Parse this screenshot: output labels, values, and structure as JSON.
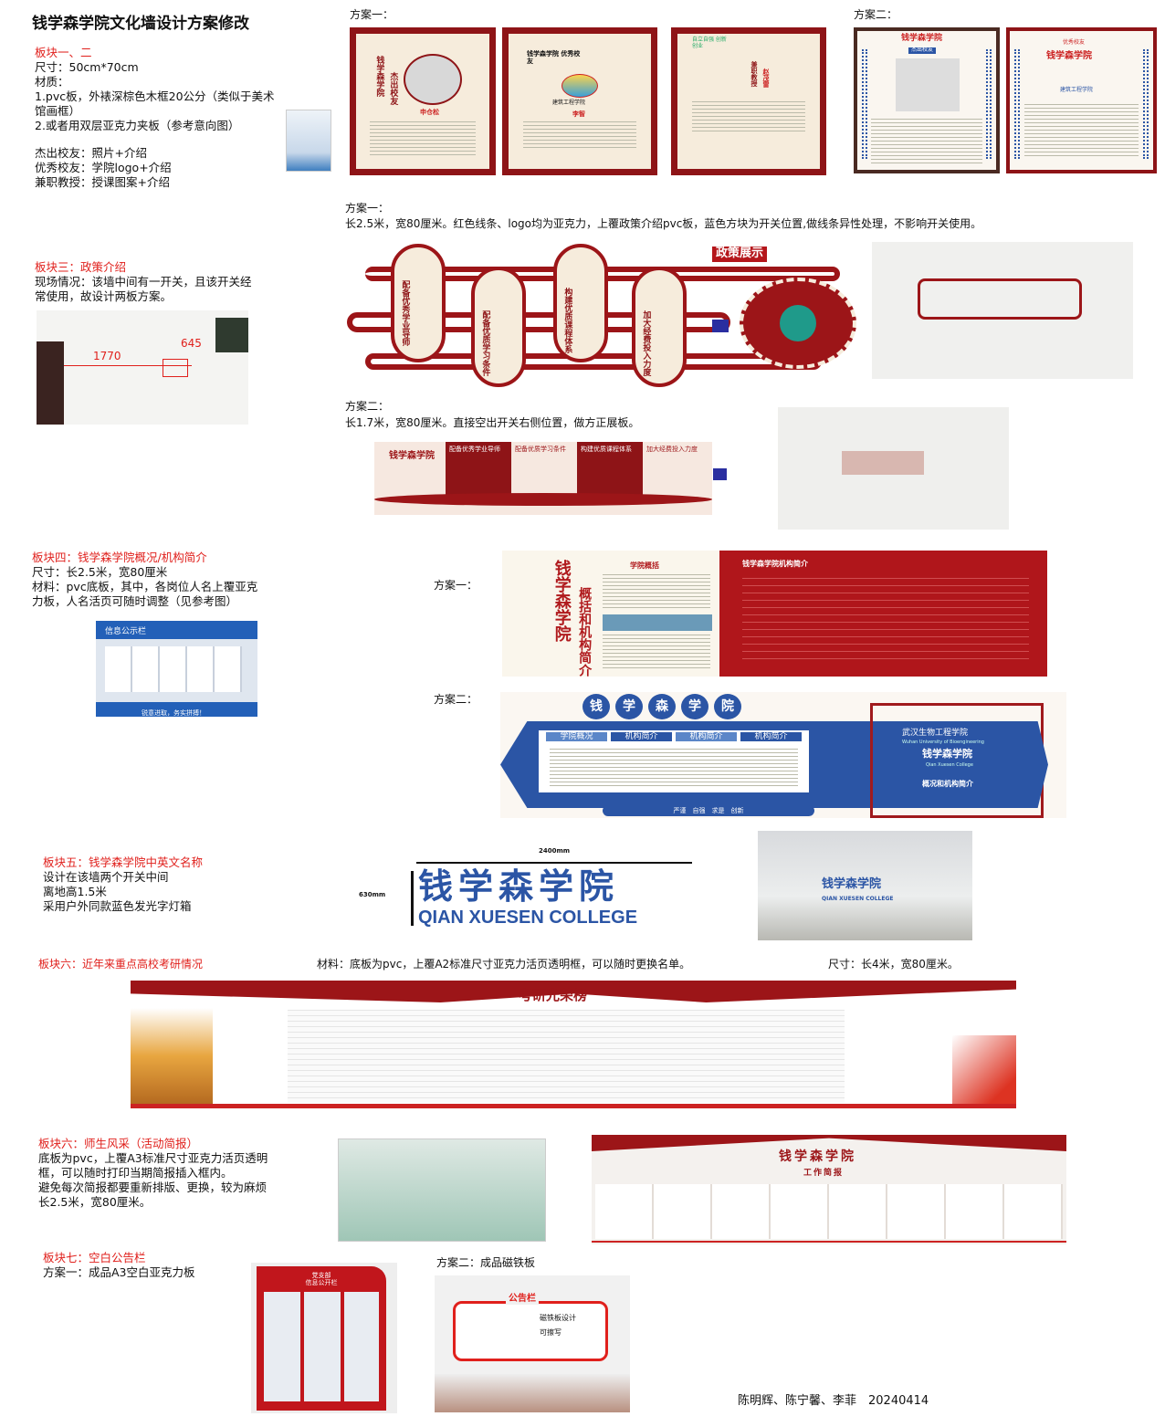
{
  "title": "钱学森学院文化墙设计方案修改",
  "s12": {
    "heading": "板块一、二",
    "lines": [
      "尺寸：50cm*70cm",
      "材质：",
      "1.pvc板，外裱深棕色木框20公分（类似于美术",
      "馆画框）",
      "2.或者用双层亚克力夹板（参考意向图）"
    ],
    "items": [
      "杰出校友：照片+介绍",
      "优秀校友：学院logo+介绍",
      "兼职教授：授课图案+介绍"
    ],
    "plan1_label": "方案一：",
    "plan2_label": "方案二：",
    "plan1_panels": [
      {
        "side": "钱学森学院",
        "title": "杰出校友",
        "name": "申仓松"
      },
      {
        "title": "钱学森学院 优秀校友",
        "logo": "建筑工程学院",
        "name": "李智"
      },
      {
        "title": "自立自强 创新创业",
        "sub": "兼职教授",
        "name": "赵茂雷"
      }
    ],
    "plan2_panels": [
      {
        "title": "钱学森学院",
        "sub": "杰出校友"
      },
      {
        "title": "钱学森学院",
        "sub": "优秀校友",
        "logo": "建筑工程学院"
      }
    ]
  },
  "s3": {
    "heading": "板块三：政策介绍",
    "lines": [
      "现场情况：该墙中间有一开关，且该开关经",
      "常使用，故设计两板方案。"
    ],
    "dims": [
      "1770",
      "645"
    ],
    "plan1_label": "方案一：",
    "plan1_desc": "长2.5米，宽80厘米。红色线条、logo均为亚克力，上覆政策介绍pvc板，蓝色方块为开关位置,做线条异性处理，不影响开关使用。",
    "plan1_title": "政策展示",
    "plan1_cards": [
      "配备优秀学业导师",
      "配备优质学习条件",
      "构建优质课程体系",
      "加大经费投入力度"
    ],
    "plan2_label": "方案二：",
    "plan2_desc": "长1.7米，宽80厘米。直接空出开关右侧位置，做方正展板。",
    "plan2_brand": "钱学森学院",
    "plan2_cards": [
      "配备优秀学业导师",
      "配备优质学习条件",
      "构建优质课程体系",
      "加大经费投入力度"
    ]
  },
  "s4": {
    "heading": "板块四：钱学森学院概况/机构简介",
    "lines": [
      "尺寸：长2.5米，宽80厘米",
      "材料：pvc底板，其中，各岗位人名上覆亚克",
      "力板，人名活页可随时调整（见参考图）"
    ],
    "ref_sign": "信息公示栏",
    "ref_footer": "锐意进取，务实拼搏！",
    "plan1_label": "方案一：",
    "plan1_vert": "钱学森学院",
    "plan1_vert2": "概括和机构简介",
    "plan1_overview": "学院概括",
    "plan1_org": "钱学森学院机构简介",
    "plan2_label": "方案二：",
    "plan2_chars": [
      "钱",
      "学",
      "森",
      "学",
      "院"
    ],
    "plan2_tabs": [
      "学院概况",
      "机构简介",
      "机构简介",
      "机构简介"
    ],
    "plan2_school": "武汉生物工程学院",
    "plan2_school_en": "Wuhan University of Bioengineering",
    "plan2_college": "钱学森学院",
    "plan2_college_en": "Qian Xuesen College",
    "plan2_sub": "概况和机构简介",
    "plan2_motto": "严谨　自强　求是　创新"
  },
  "s5": {
    "heading": "板块五：钱学森学院中英文名称",
    "lines": [
      "设计在该墙两个开关中间",
      "离地高1.5米",
      "采用户外同款蓝色发光字灯箱"
    ],
    "width_label": "2400mm",
    "height_label": "630mm",
    "cn": "钱学森学院",
    "en": "QIAN XUESEN COLLEGE",
    "photo_cn": "钱学森学院",
    "photo_en": "QIAN XUESEN COLLEGE"
  },
  "s6": {
    "heading": "板块六：近年来重点高校考研情况",
    "material": "材料：底板为pvc，上覆A2标准尺寸亚克力活页透明框，可以随时更换名单。",
    "size": "尺寸：长4米，宽80厘米。",
    "banner_title": "考研光荣榜"
  },
  "s6b": {
    "heading": "板块六：师生风采（活动简报）",
    "lines": [
      "底板为pvc，上覆A3标准尺寸亚克力活页透明",
      "框，可以随时打印当期简报插入框内。",
      "避免每次简报都要重新排版、更换，较为麻烦",
      "长2.5米，宽80厘米。"
    ],
    "design_title": "钱学森学院",
    "design_sub": "工作简报"
  },
  "s7": {
    "heading": "板块七：空白公告栏",
    "plan1": "方案一：成品A3空白亚克力板",
    "plan1_sign1": "党支部",
    "plan1_sign2": "信息公开栏",
    "plan2": "方案二：成品磁铁板",
    "plan2_title": "公告栏",
    "plan2_note1": "磁铁板设计",
    "plan2_note2": "可擦写"
  },
  "footer": "陈明辉、陈宁馨、李菲　20240414",
  "colors": {
    "red": "#e0201c",
    "darkred": "#8e1417",
    "blue": "#2b55a5"
  }
}
